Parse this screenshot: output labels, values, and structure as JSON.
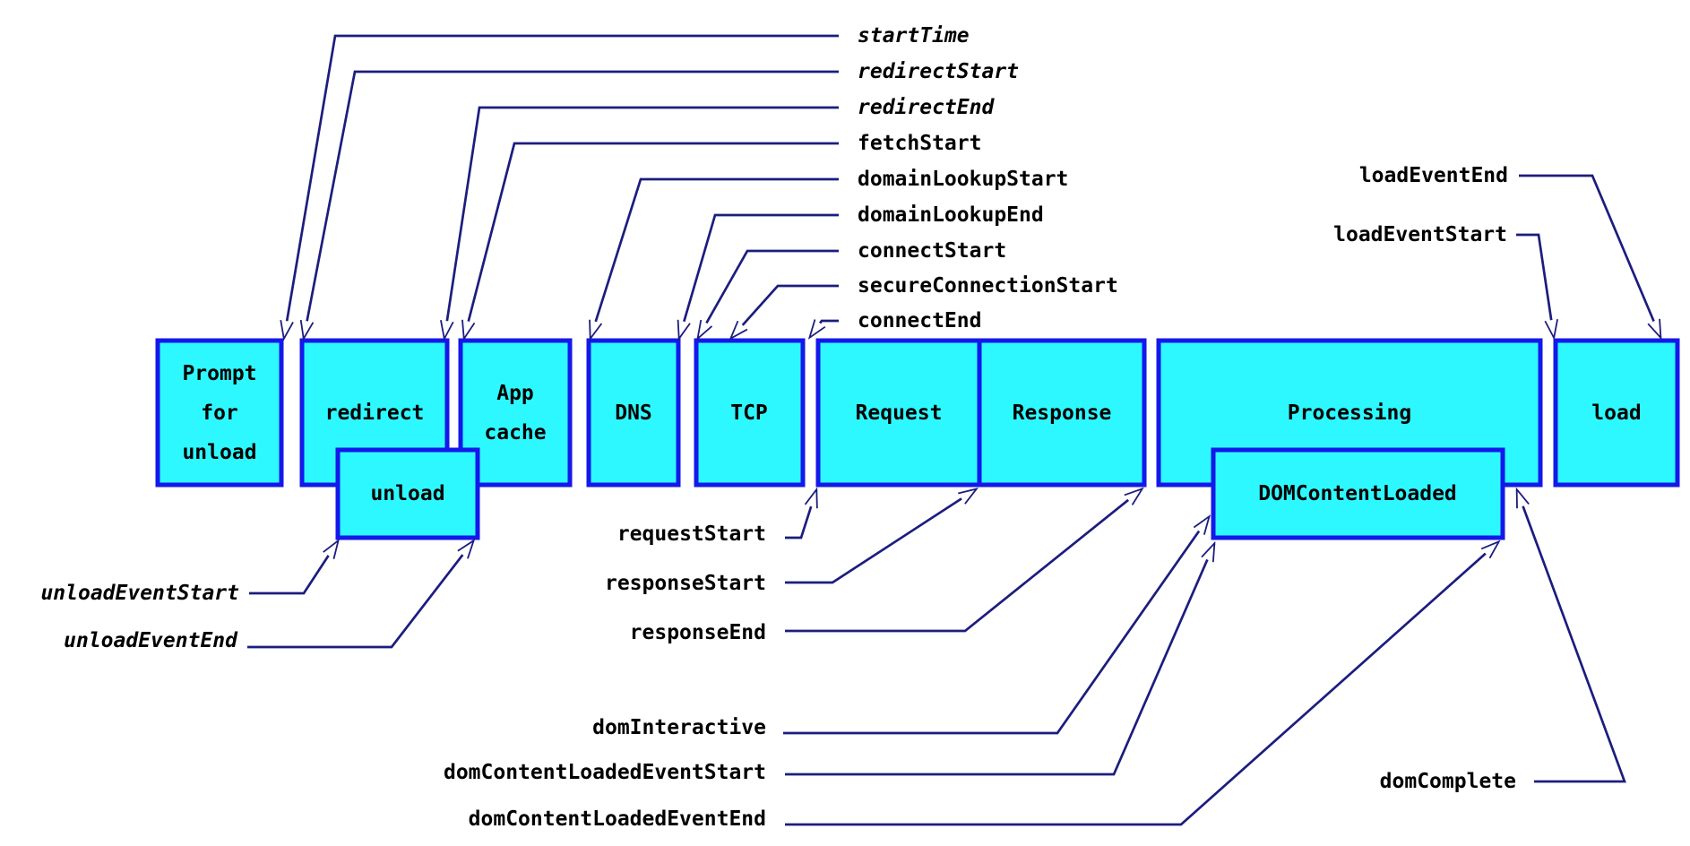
{
  "colors": {
    "background": "#ffffff",
    "box_fill": "#2ef8ff",
    "box_border": "#1418ea",
    "connector_line": "#1c1d7e",
    "label_text": "#000000"
  },
  "boxes": {
    "prompt": {
      "lines": [
        "Prompt",
        "for",
        "unload"
      ]
    },
    "redirect": {
      "label": "redirect"
    },
    "appcache": {
      "lines": [
        "App",
        "cache"
      ]
    },
    "dns": {
      "label": "DNS"
    },
    "tcp": {
      "label": "TCP"
    },
    "request": {
      "label": "Request"
    },
    "response": {
      "label": "Response"
    },
    "processing": {
      "label": "Processing"
    },
    "load": {
      "label": "load"
    },
    "unload": {
      "label": "unload"
    },
    "domcontentloaded": {
      "label": "DOMContentLoaded"
    }
  },
  "timing_labels": {
    "start_time": "startTime",
    "redirect_start": "redirectStart",
    "redirect_end": "redirectEnd",
    "fetch_start": "fetchStart",
    "domain_lookup_start": "domainLookupStart",
    "domain_lookup_end": "domainLookupEnd",
    "connect_start": "connectStart",
    "secure_connection_start": "secureConnectionStart",
    "connect_end": "connectEnd",
    "load_event_end": "loadEventEnd",
    "load_event_start": "loadEventStart",
    "unload_event_start": "unloadEventStart",
    "unload_event_end": "unloadEventEnd",
    "request_start": "requestStart",
    "response_start": "responseStart",
    "response_end": "responseEnd",
    "dom_interactive": "domInteractive",
    "dom_content_loaded_event_start": "domContentLoadedEventStart",
    "dom_content_loaded_event_end": "domContentLoadedEventEnd",
    "dom_complete": "domComplete"
  }
}
